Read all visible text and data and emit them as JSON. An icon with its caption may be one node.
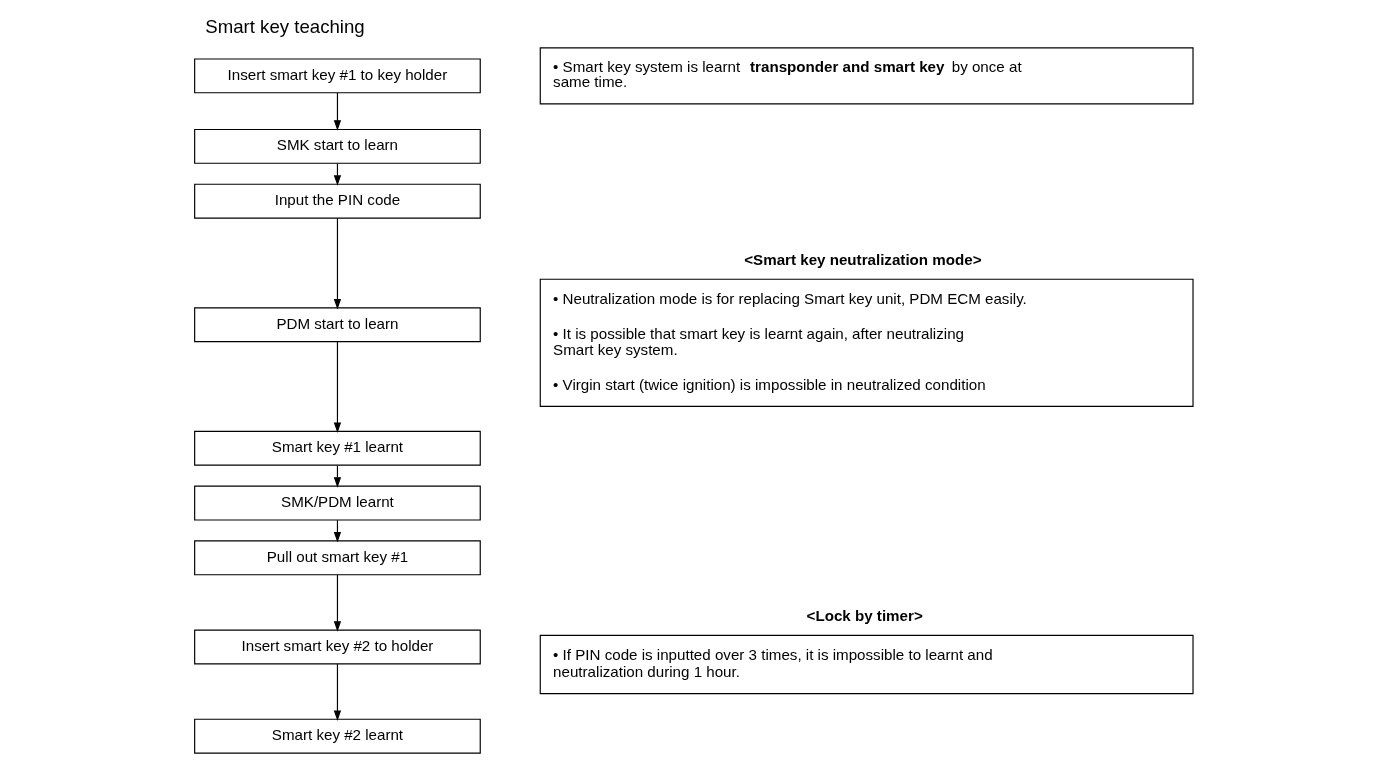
{
  "diagram": {
    "title": "Smart key teaching",
    "nodes": [
      {
        "text": [
          "Insert smart key #1 to key holder"
        ]
      },
      {
        "text": [
          "SMK start to learn"
        ]
      },
      {
        "text": [
          "Input the PIN code"
        ]
      },
      {
        "text": [
          "PDM start to learn"
        ]
      },
      {
        "text": [
          "Smart key #1 learnt"
        ]
      },
      {
        "text": [
          "SMK/PDM learnt"
        ]
      },
      {
        "text": [
          "Pull out smart key #1"
        ]
      },
      {
        "text": [
          "Insert smart key #2 to holder"
        ]
      },
      {
        "text": [
          "Smart key #2 learnt"
        ]
      },
      {
        "text": [
          "• Smart key system is learnt **transponder and smart key** by once at same time."
        ]
      },
      {
        "text": [
          "<Smart key neutralization mode>",
          "• Neutralization mode is for replacing Smart key unit, PDM ECM easily.",
          "• It is possible that smart key is learnt again, after neutralizing Smart key system.",
          "• Virgin start (twice ignition) is impossible in neutralized condition"
        ]
      },
      {
        "text": [
          "<Lock by timer>",
          "• If PIN code is inputted over 3 times, it is impossible to learnt and neutralization during 1 hour."
        ]
      }
    ],
    "edges": [
      {
        "from": 0,
        "to": 1,
        "arrow": "to"
      },
      {
        "from": 1,
        "to": 2,
        "arrow": "to"
      },
      {
        "from": 2,
        "to": 3,
        "arrow": "to"
      },
      {
        "from": 3,
        "to": 4,
        "arrow": "to"
      },
      {
        "from": 4,
        "to": 5,
        "arrow": "to"
      },
      {
        "from": 5,
        "to": 6,
        "arrow": "to"
      },
      {
        "from": 6,
        "to": 7,
        "arrow": "to"
      },
      {
        "from": 7,
        "to": 8,
        "arrow": "to"
      }
    ]
  }
}
